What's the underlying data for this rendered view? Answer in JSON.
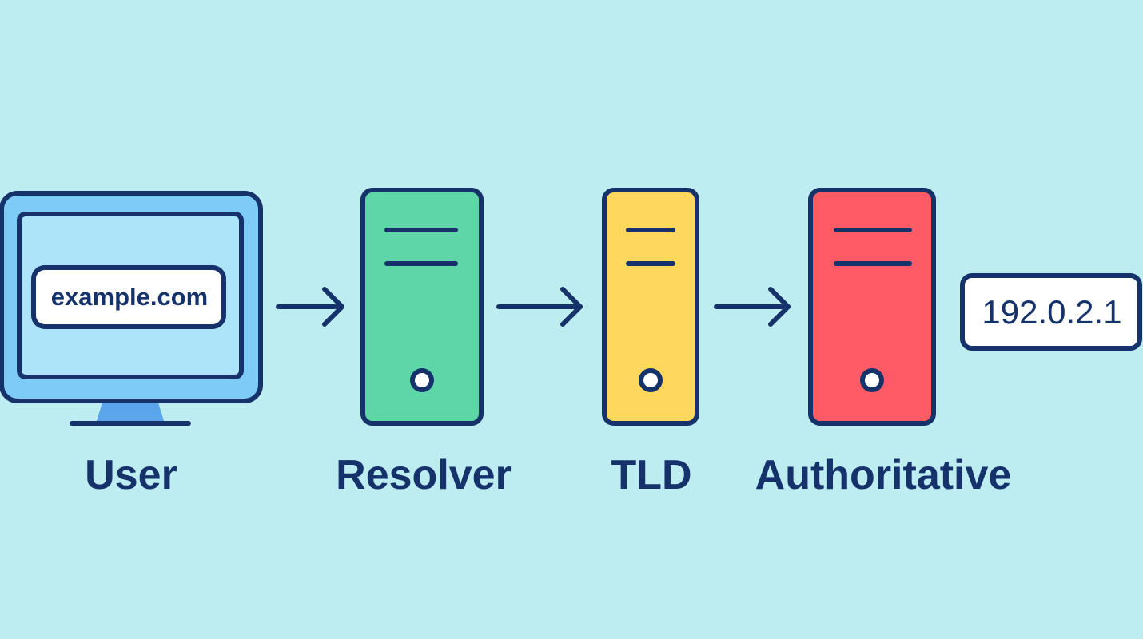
{
  "diagram": {
    "nodes": [
      {
        "id": "user",
        "label": "User",
        "fill": "#7ecbf7",
        "screen_fill": "#aee4fa"
      },
      {
        "id": "resolver",
        "label": "Resolver",
        "fill": "#5fd6a7"
      },
      {
        "id": "tld",
        "label": "TLD",
        "fill": "#fed85c"
      },
      {
        "id": "authoritative",
        "label": "Authoritative",
        "fill": "#fe5b66"
      }
    ],
    "query": "example.com",
    "result": "192.0.2.1",
    "edges": [
      {
        "from": "user",
        "to": "resolver"
      },
      {
        "from": "resolver",
        "to": "tld"
      },
      {
        "from": "tld",
        "to": "authoritative"
      }
    ]
  }
}
